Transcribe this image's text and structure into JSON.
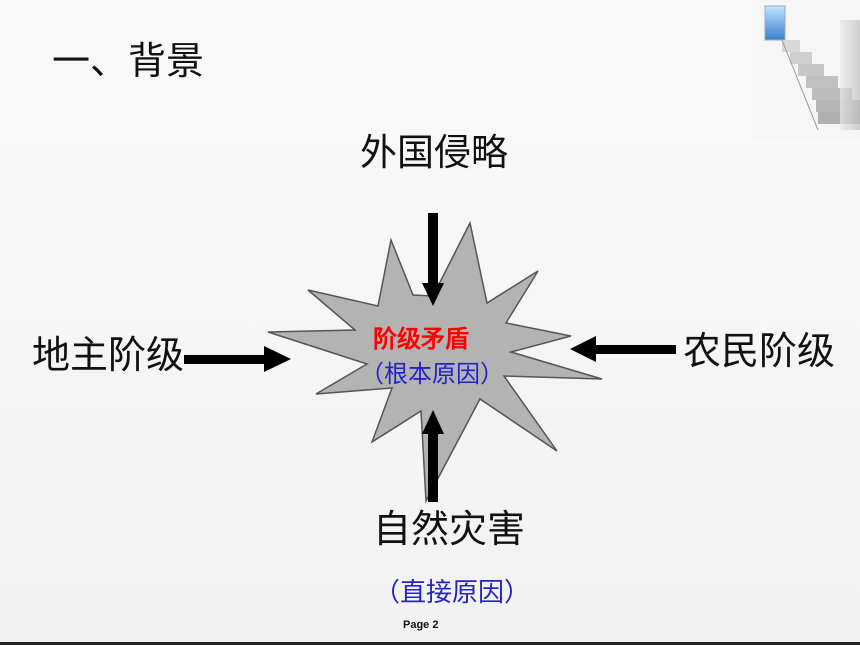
{
  "slide": {
    "title": "一、背景",
    "page_label": "Page    2"
  },
  "diagram": {
    "center": {
      "main": "阶级矛盾",
      "sub": "（根本原因）"
    },
    "top": "外国侵略",
    "left": "地主阶级",
    "right": "农民阶级",
    "bottom": "自然灾害",
    "bottom_note": "（直接原因）"
  },
  "colors": {
    "burst_fill": "#b3b3b3",
    "burst_stroke": "#555555",
    "arrow": "#000000",
    "center_main": "#ff0000",
    "center_sub": "#2323c8"
  },
  "icons": {
    "corner_decoration": "staircase-icon"
  }
}
